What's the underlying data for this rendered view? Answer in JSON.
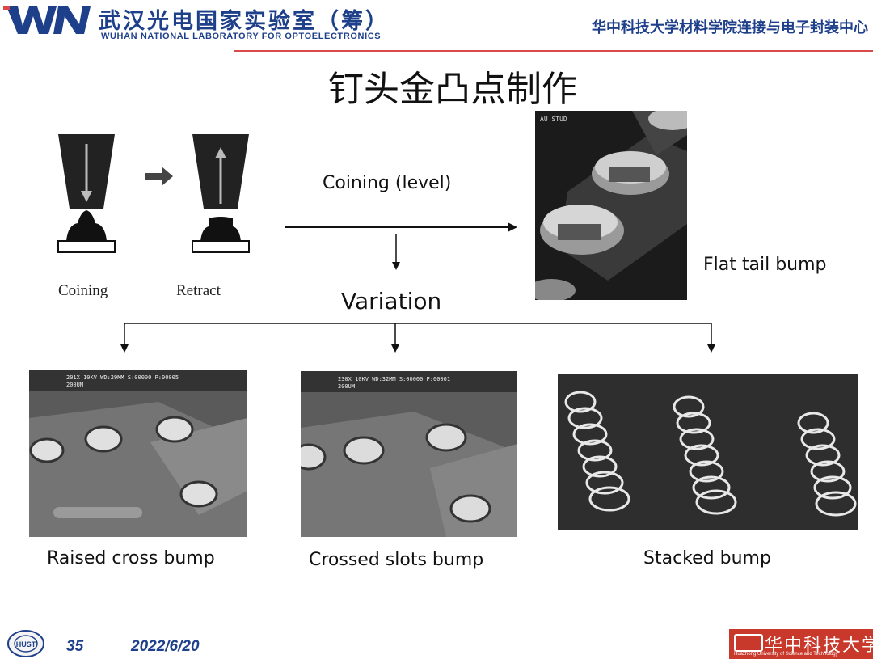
{
  "header": {
    "logo_text": "WN",
    "lab_name_cn": "武汉光电国家实验室（筹）",
    "lab_name_en": "WUHAN NATIONAL LABORATORY FOR OPTOELECTRONICS",
    "department": "华中科技大学材料学院连接与电子封装中心"
  },
  "slide": {
    "title": "钉头金凸点制作",
    "coining_caption": "Coining",
    "retract_caption": "Retract",
    "process_label": "Coining (level)",
    "variation_label": "Variation",
    "flat_tail_caption": "Flat tail bump",
    "flat_tail_photo_text": "AU STUD",
    "raised_cross_caption": "Raised cross bump",
    "raised_cross_photo_text": "201X   10KV  WD:29MM   S:00000  P:00005",
    "raised_cross_scale_text": "200UM",
    "crossed_slots_caption": "Crossed slots bump",
    "crossed_slots_photo_text": "230X   10KV  WD:32MM   S:00000  P:00001",
    "crossed_slots_scale_text": "200UM",
    "stacked_caption": "Stacked bump"
  },
  "footer": {
    "page_number": "35",
    "date": "2022/6/20",
    "university_logo_text": "华中科技大学",
    "university_logo_en": "Huazhong University of Science and Technology",
    "seal_text": "HUST"
  },
  "colors": {
    "brand_blue": "#1e3f8a",
    "accent_red": "#d84a4a"
  }
}
